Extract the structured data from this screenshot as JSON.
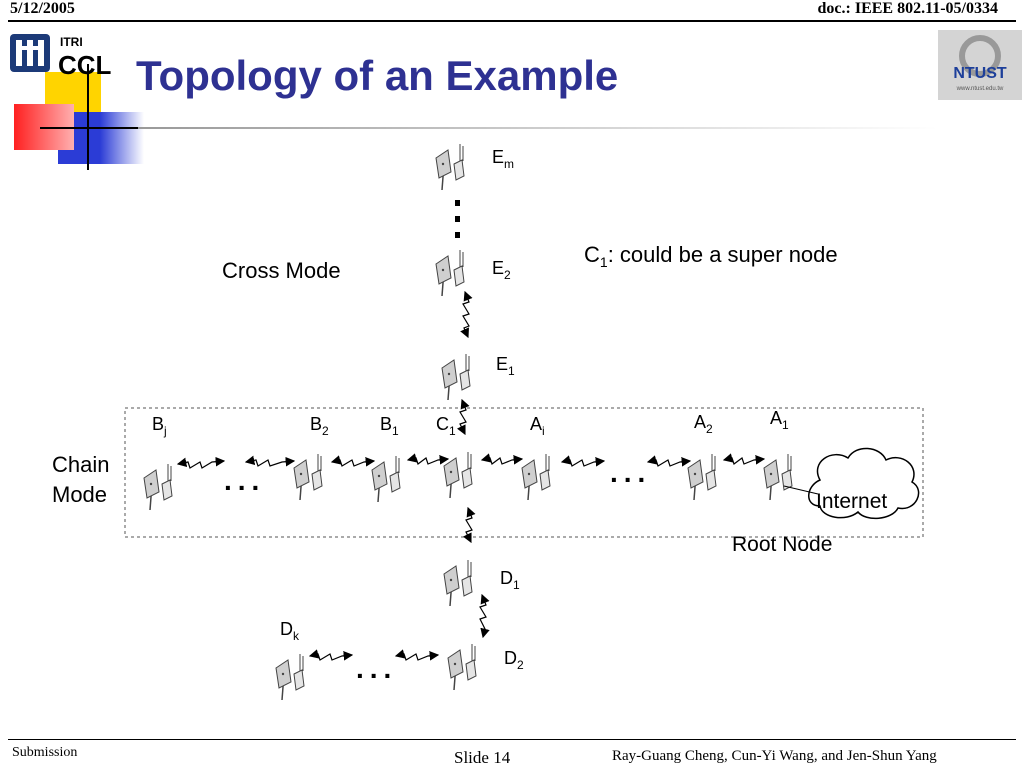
{
  "header": {
    "date": "5/12/2005",
    "doc": "doc.: IEEE 802.11-05/0334"
  },
  "logos": {
    "left": {
      "line1": "ITRI",
      "line2": "CCL"
    },
    "right": {
      "text": "NTUST",
      "small": "www.ntust.edu.tw"
    }
  },
  "title": "Topology of an Example",
  "diagram": {
    "labels": {
      "cross_mode": "Cross Mode",
      "chain_mode_1": "Chain",
      "chain_mode_2": "Mode",
      "super_node": ": could be a super node",
      "super_node_base": "C",
      "super_node_sub": "1",
      "internet": "Internet",
      "root_node": "Root Node"
    },
    "nodes": [
      {
        "id": "Em",
        "base": "E",
        "sub": "m"
      },
      {
        "id": "E2",
        "base": "E",
        "sub": "2"
      },
      {
        "id": "E1",
        "base": "E",
        "sub": "1"
      },
      {
        "id": "Bj",
        "base": "B",
        "sub": "j"
      },
      {
        "id": "B2",
        "base": "B",
        "sub": "2"
      },
      {
        "id": "B1",
        "base": "B",
        "sub": "1"
      },
      {
        "id": "C1",
        "base": "C",
        "sub": "1"
      },
      {
        "id": "Ai",
        "base": "A",
        "sub": "i"
      },
      {
        "id": "A2",
        "base": "A",
        "sub": "2"
      },
      {
        "id": "A1",
        "base": "A",
        "sub": "1"
      },
      {
        "id": "D1",
        "base": "D",
        "sub": "1"
      },
      {
        "id": "Dk",
        "base": "D",
        "sub": "k"
      },
      {
        "id": "D2",
        "base": "D",
        "sub": "2"
      }
    ],
    "ellipsis": "..."
  },
  "footer": {
    "left": "Submission",
    "center": "Slide 14",
    "right": "Ray-Guang Cheng, Cun-Yi Wang, and Jen-Shun Yang"
  }
}
